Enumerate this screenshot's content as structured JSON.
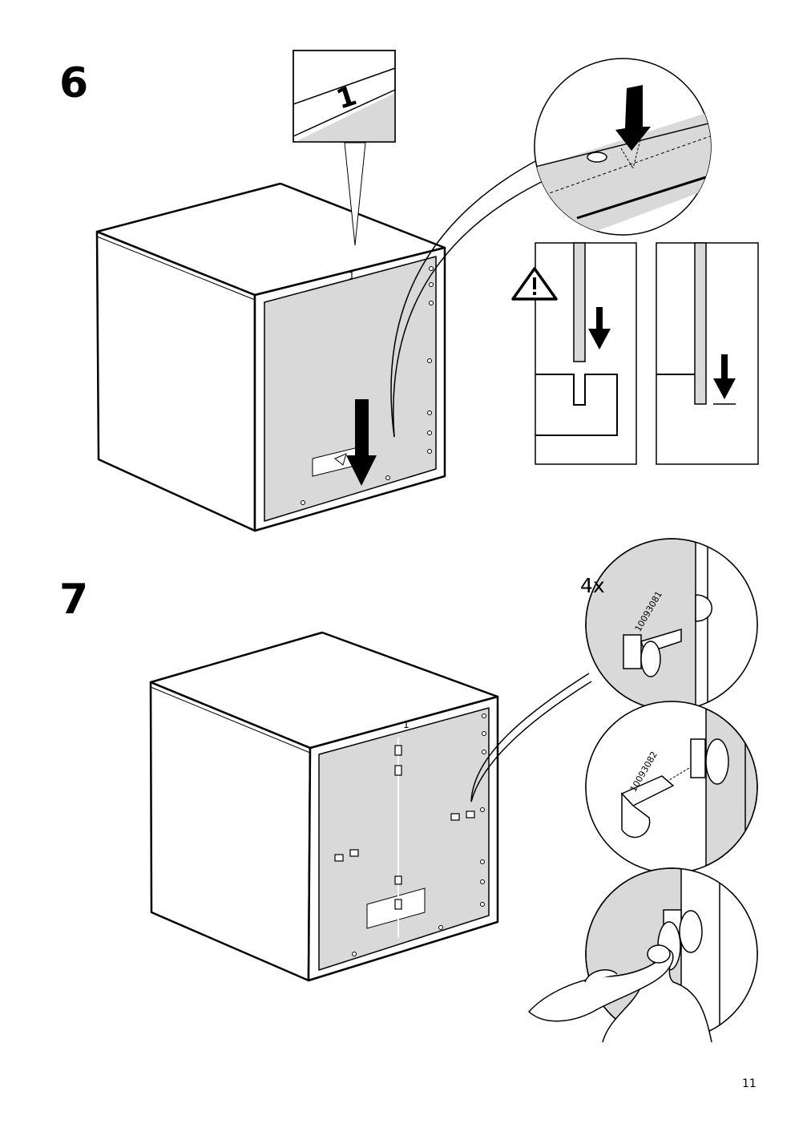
{
  "steps": [
    {
      "number": "6",
      "detail_label": "1",
      "panel_mark": "1"
    },
    {
      "number": "7",
      "quantity": "4x",
      "part_numbers": [
        "10093081",
        "10093082"
      ],
      "panel_mark": "1"
    }
  ],
  "page_number": "11",
  "colors": {
    "panel_fill": "#d9d9d9",
    "line": "#000000",
    "background": "#ffffff"
  },
  "icons": [
    "warning-triangle-icon",
    "down-arrow-icon",
    "hand-icon",
    "insert-arrow-icon"
  ]
}
